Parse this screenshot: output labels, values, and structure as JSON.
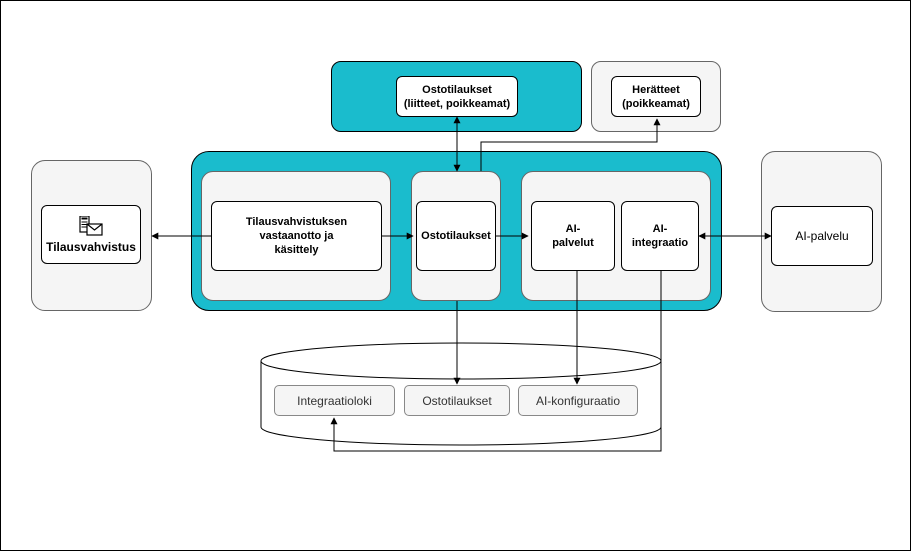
{
  "nodes": {
    "ostotilaukset_top": {
      "line1": "Ostotilaukset",
      "line2": "(liitteet, poikkeamat)"
    },
    "herattet": {
      "line1": "Herätteet",
      "line2": "(poikkeamat)"
    },
    "tilausvahvistus": "Tilausvahvistus",
    "vastaanotto": {
      "line1": "Tilausvahvistuksen",
      "line2": "vastaanotto ja",
      "line3": "käsittely"
    },
    "ostotilaukset_mid": "Ostotilaukset",
    "ai_palvelut": {
      "line1": "AI-",
      "line2": "palvelut"
    },
    "ai_integraatio": {
      "line1": "AI-",
      "line2": "integraatio"
    },
    "ai_palvelu": "AI-palvelu"
  },
  "database": {
    "tables": [
      "Integraatioloki",
      "Ostotilaukset",
      "AI-konfiguraatio"
    ]
  },
  "icons": {
    "document": "document-email-icon"
  },
  "colors": {
    "teal": "#1ABCCD",
    "grey_box": "#F5F5F5",
    "line": "#000000"
  }
}
